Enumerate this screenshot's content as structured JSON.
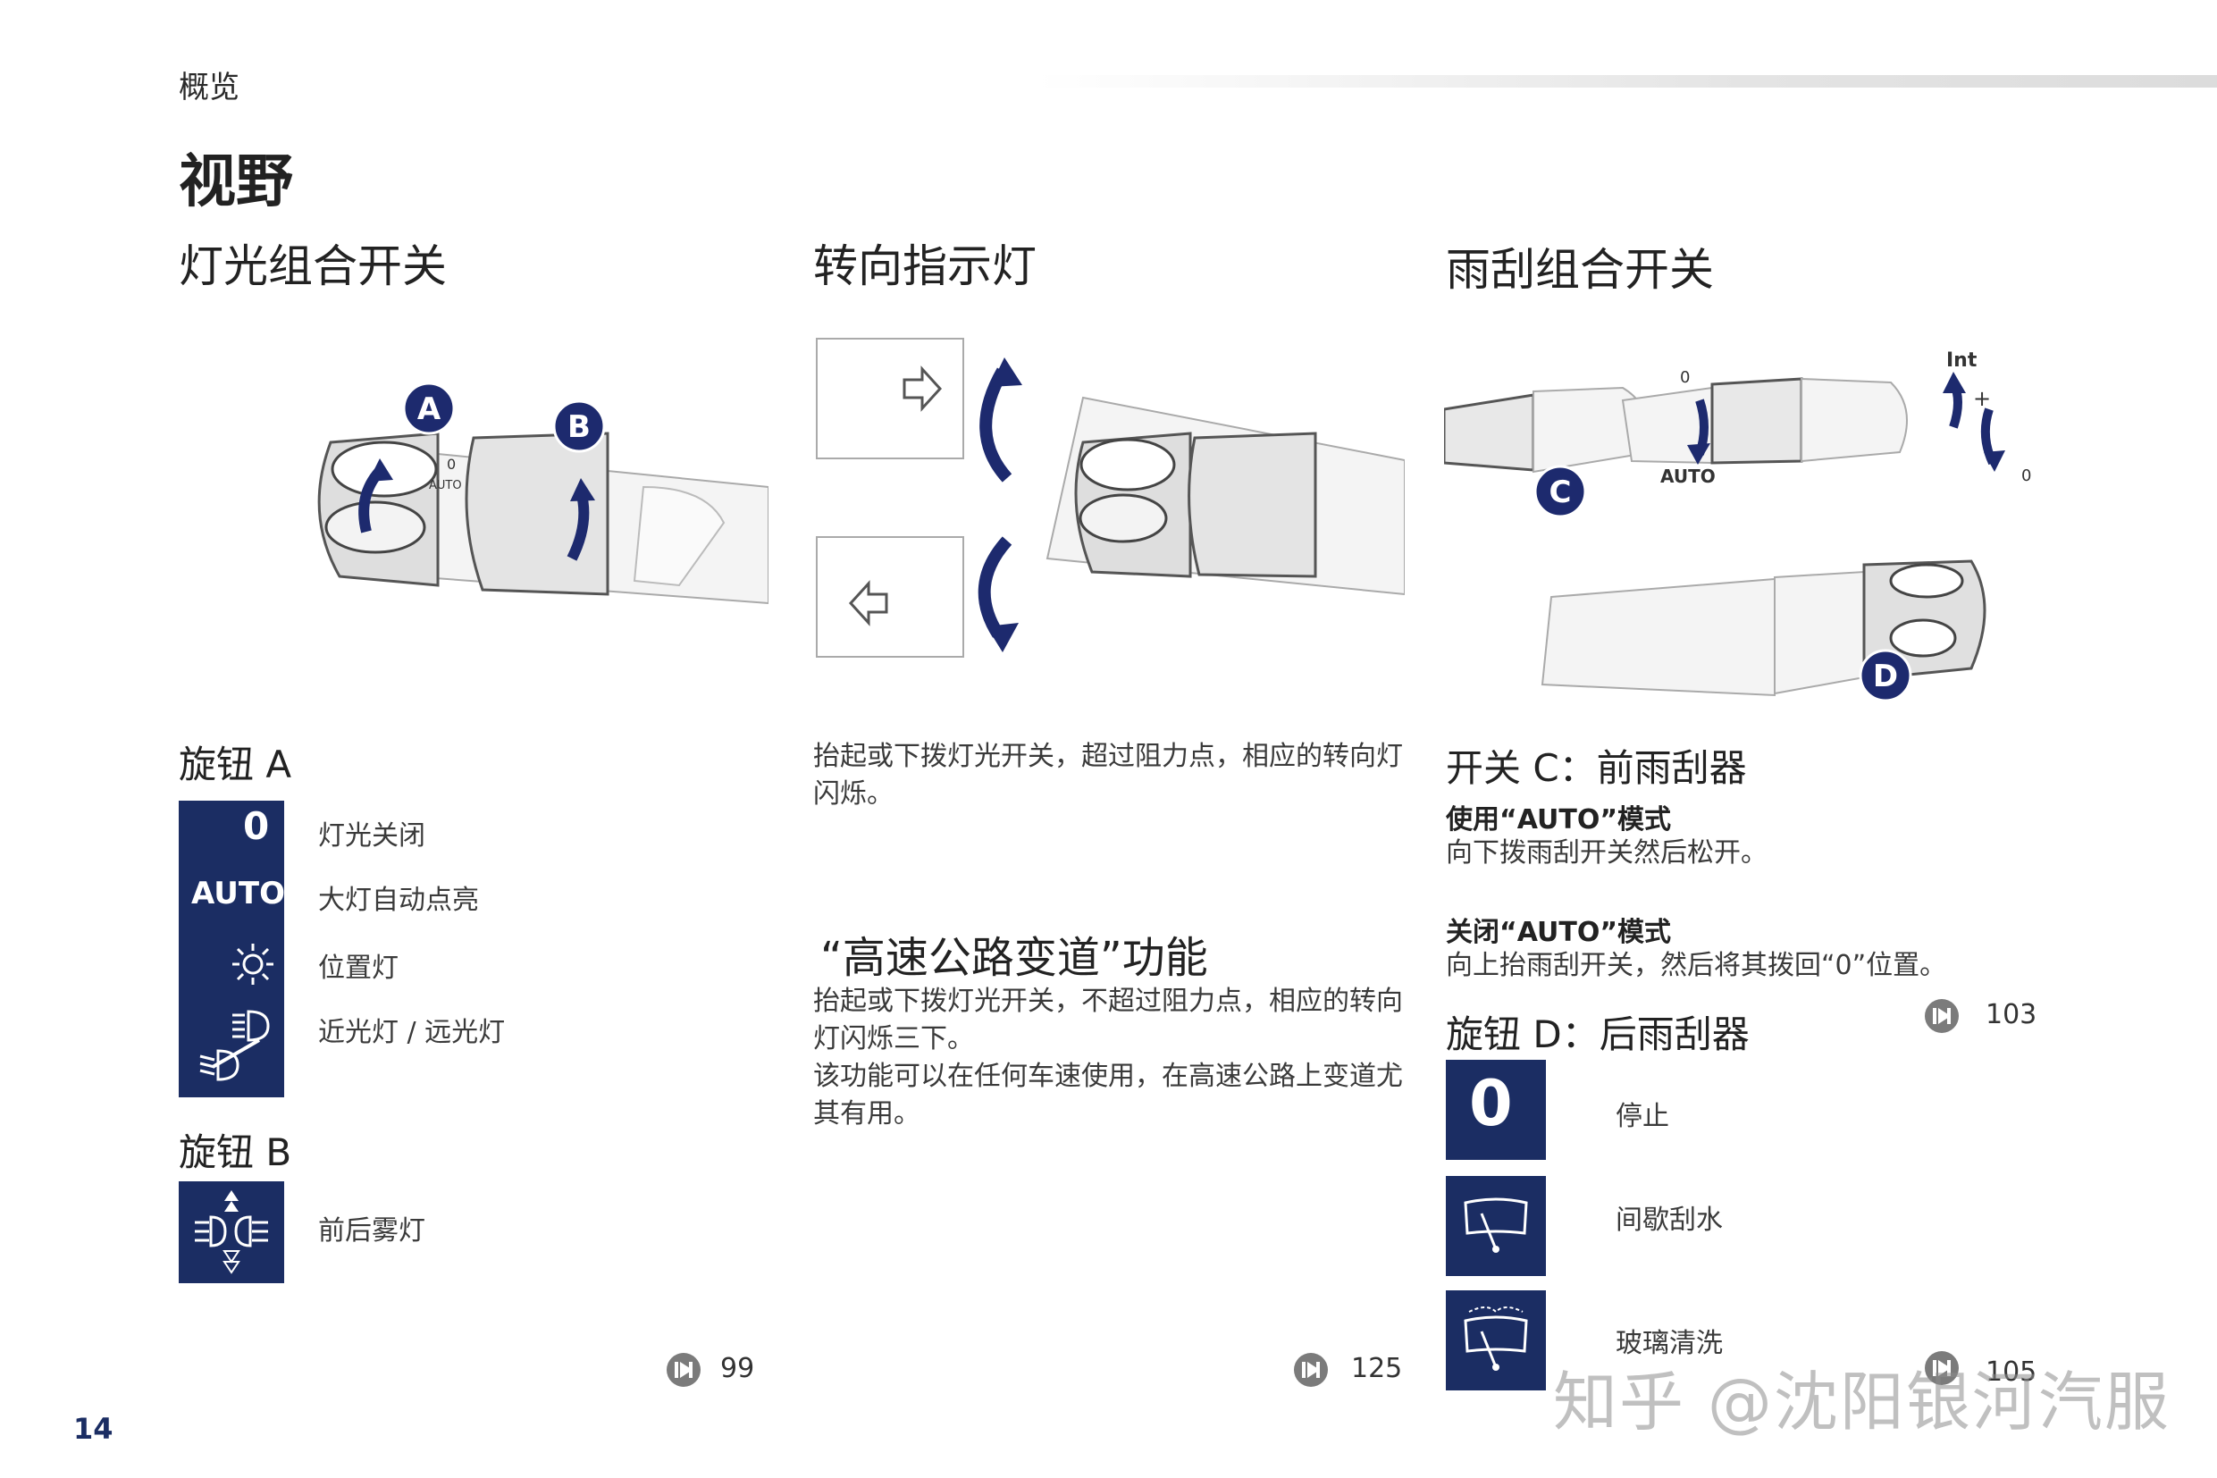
{
  "header": {
    "section": "概览"
  },
  "page": {
    "title": "视野",
    "number": "14"
  },
  "col1": {
    "title": "灯光组合开关",
    "figure": {
      "label_a": "A",
      "label_b": "B",
      "auto_text": "AUTO",
      "zero_text": "0"
    },
    "knob_a": {
      "title": "旋钮 A",
      "items": [
        {
          "icon": "off-zero-icon",
          "icon_text": "0",
          "label": "灯光关闭"
        },
        {
          "icon": "auto-text-icon",
          "icon_text": "AUTO",
          "label": "大灯自动点亮"
        },
        {
          "icon": "sidelight-icon",
          "label": "位置灯"
        },
        {
          "icon": "dipped-main-beam-icon",
          "label": "近光灯 / 远光灯"
        }
      ]
    },
    "knob_b": {
      "title": "旋钮 B",
      "items": [
        {
          "icon": "fog-lamp-icon",
          "label": "前后雾灯"
        }
      ]
    },
    "ref": "99"
  },
  "col2": {
    "title": "转向指示灯",
    "text": "抬起或下拨灯光开关，超过阻力点，相应的转向灯闪烁。",
    "highway_title": "“高速公路变道”功能",
    "highway_text1": "抬起或下拨灯光开关，不超过阻力点，相应的转向灯闪烁三下。",
    "highway_text2": "该功能可以在任何车速使用，在高速公路上变道尤其有用。",
    "ref": "125"
  },
  "col3": {
    "title": "雨刮组合开关",
    "figure": {
      "label_c": "C",
      "label_d": "D",
      "auto_text": "AUTO",
      "zero_text": "0",
      "int_text": "Int",
      "plus_text": "+"
    },
    "switch_c_title": "开关 C：前雨刮器",
    "use_auto_title": "使用“AUTO”模式",
    "use_auto_text": "向下拨雨刮开关然后松开。",
    "off_auto_title": "关闭“AUTO”模式",
    "off_auto_text": "向上抬雨刮开关，然后将其拨回“0”位置。",
    "ref1": "103",
    "knob_d_title": "旋钮 D：后雨刮器",
    "knob_d": [
      {
        "icon": "off-zero-icon",
        "icon_text": "0",
        "label": "停止"
      },
      {
        "icon": "intermittent-wipe-icon",
        "label": "间歇刮水"
      },
      {
        "icon": "screenwash-icon",
        "label": "玻璃清洗"
      }
    ],
    "ref2": "105"
  },
  "watermark": "知乎 @沈阳银河汽服",
  "colors": {
    "navy": "#1b2d63",
    "badge": "#1d2a6e"
  }
}
